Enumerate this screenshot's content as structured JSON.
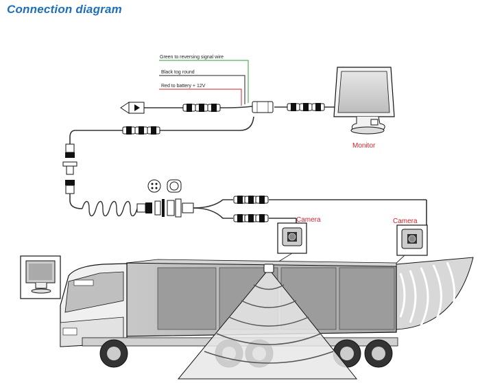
{
  "title": "Connection diagram",
  "wires": {
    "green": "Green to reversing signal wire",
    "black": "Black tog round",
    "red": "Red to battery + 12V"
  },
  "labels": {
    "monitor": "Monitor",
    "camera_top": "Camera",
    "camera_rear": "Camera"
  },
  "colors": {
    "title": "#1e6fb8",
    "label_red": "#d0232a",
    "wire_green": "#2e9e3e",
    "wire_red": "#d0232a",
    "cable": "#333333"
  }
}
